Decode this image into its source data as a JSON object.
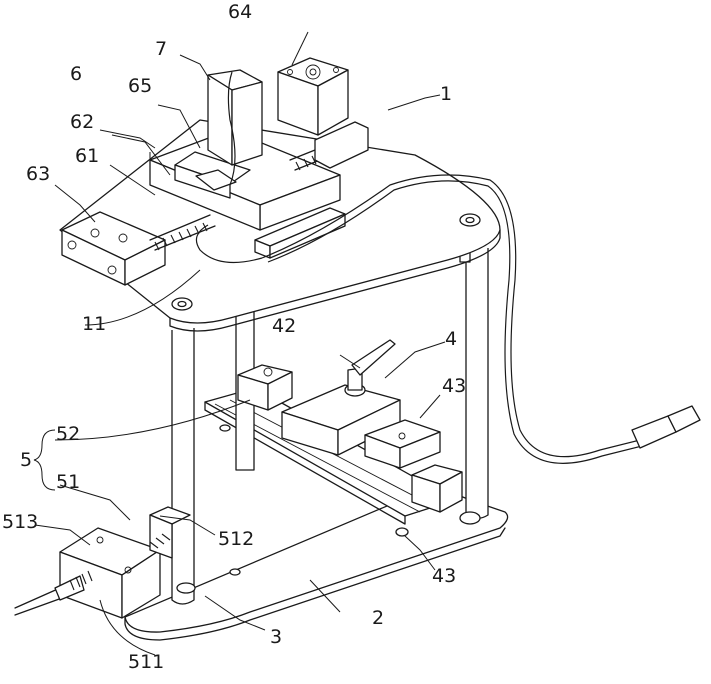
{
  "labels": {
    "l1": "1",
    "l2": "2",
    "l3": "3",
    "l4": "4",
    "l5": "5",
    "l6": "6",
    "l7": "7",
    "l11": "11",
    "l42": "42",
    "l43a": "43",
    "l43b": "43",
    "l51": "51",
    "l52": "52",
    "l61": "61",
    "l62": "62",
    "l63": "63",
    "l64": "64",
    "l65": "65",
    "l511": "511",
    "l512": "512",
    "l513": "513"
  }
}
